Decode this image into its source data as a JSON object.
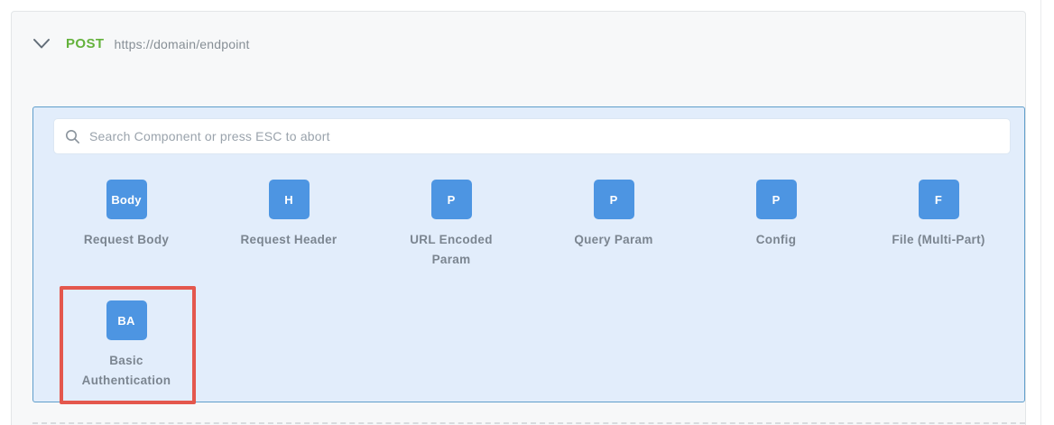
{
  "header": {
    "method": "POST",
    "url": "https://domain/endpoint"
  },
  "search": {
    "placeholder": "Search Component or press ESC to abort"
  },
  "components": [
    {
      "badge": "Body",
      "label": "Request Body",
      "highlighted": false
    },
    {
      "badge": "H",
      "label": "Request Header",
      "highlighted": false
    },
    {
      "badge": "P",
      "label": "URL Encoded\nParam",
      "highlighted": false
    },
    {
      "badge": "P",
      "label": "Query Param",
      "highlighted": false
    },
    {
      "badge": "P",
      "label": "Config",
      "highlighted": false
    },
    {
      "badge": "F",
      "label": "File (Multi-Part)",
      "highlighted": false
    },
    {
      "badge": "BA",
      "label": "Basic\nAuthentication",
      "highlighted": true
    }
  ],
  "colors": {
    "method_green": "#64b23c",
    "badge_blue": "#4d95e2",
    "panel_bg": "#e2edfb",
    "panel_border": "#5f9ecb",
    "highlight_red": "#e4574d"
  }
}
